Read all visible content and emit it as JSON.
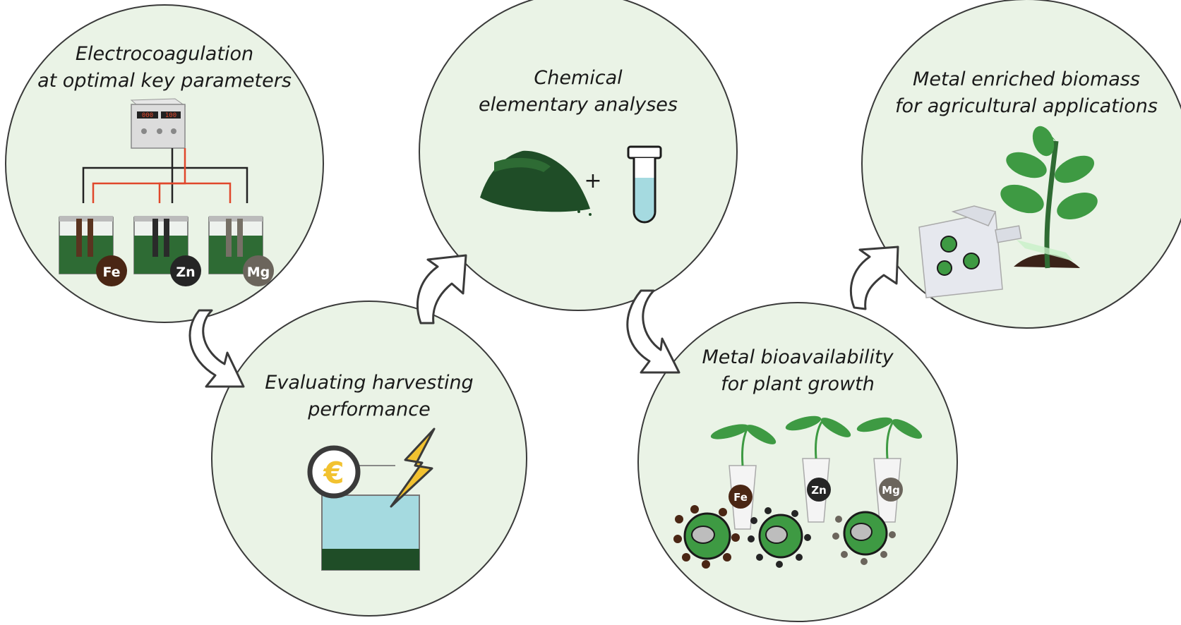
{
  "stages": [
    {
      "line1": "Electrocoagulation",
      "line2": "at optimal key parameters"
    },
    {
      "line1": "Evaluating harvesting",
      "line2": "performance"
    },
    {
      "line1": "Chemical",
      "line2": "elementary analyses"
    },
    {
      "line1": "Metal bioavailability",
      "line2": "for plant growth"
    },
    {
      "line1": "Metal enriched biomass",
      "line2": "for agricultural applications"
    }
  ],
  "metals": [
    "Fe",
    "Zn",
    "Mg"
  ],
  "plus_sign": "+",
  "euro_symbol": "€",
  "power_supply_readout": [
    "000",
    "100"
  ],
  "colors": {
    "circle_fill": "#eaf3e6",
    "circle_stroke": "#3a3a3a",
    "algae_green": "#2e6b34",
    "fe_color": "#4a2614",
    "zn_color": "#252525",
    "mg_color": "#6b655c",
    "wire_red": "#e0472b",
    "water_blue": "#a5dae0",
    "leaf_green": "#3e9a43",
    "bolt_yellow": "#f2c230"
  }
}
